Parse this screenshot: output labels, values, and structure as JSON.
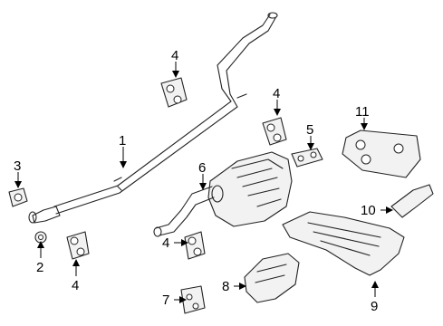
{
  "callouts": {
    "c1": "1",
    "c2": "2",
    "c3": "3",
    "c4a": "4",
    "c4b": "4",
    "c4c": "4",
    "c4d": "4",
    "c5": "5",
    "c6": "6",
    "c7": "7",
    "c8": "8",
    "c9": "9",
    "c10": "10",
    "c11": "11"
  }
}
